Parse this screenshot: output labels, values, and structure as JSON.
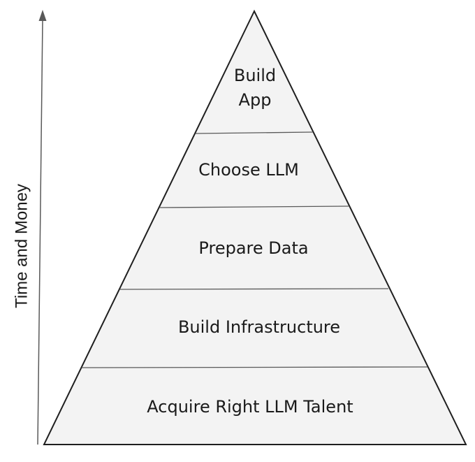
{
  "axis": {
    "label": "Time and Money"
  },
  "layers": [
    {
      "lines": [
        "Build",
        "App"
      ]
    },
    {
      "lines": [
        "Choose LLM"
      ]
    },
    {
      "lines": [
        "Prepare Data"
      ]
    },
    {
      "lines": [
        "Build Infrastructure"
      ]
    },
    {
      "lines": [
        "Acquire Right LLM Talent"
      ]
    }
  ],
  "colors": {
    "fill": "#f3f3f3",
    "stroke": "#1f1f1f",
    "divider": "#595959",
    "arrow": "#595959",
    "text": "#1a1a1a"
  }
}
